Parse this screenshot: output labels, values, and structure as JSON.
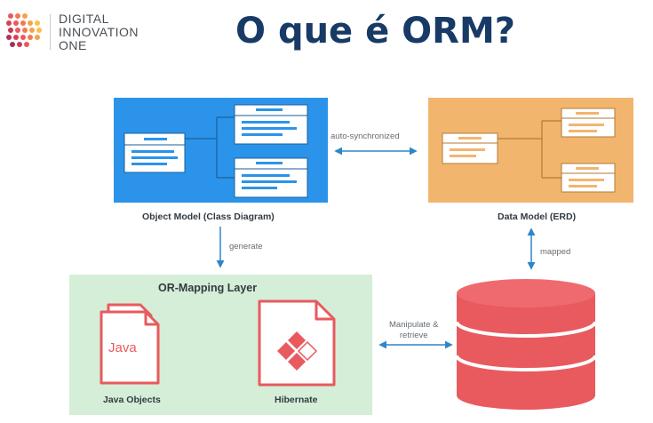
{
  "logo": {
    "lines": [
      "DIGITAL",
      "INNOVATION",
      "ONE"
    ]
  },
  "title": "O que é ORM?",
  "object_model": {
    "label": "Object Model (Class Diagram)"
  },
  "data_model": {
    "label": "Data Model (ERD)"
  },
  "orm_layer": {
    "title": "OR-Mapping Layer",
    "java_label": "Java Objects",
    "java_icon_text": "Java",
    "hibernate_label": "Hibernate"
  },
  "arrows": {
    "sync": "auto-synchronized",
    "generate": "generate",
    "mapped": "mapped",
    "manipulate": [
      "Manipulate &",
      "retrieve"
    ]
  },
  "colors": {
    "title": "#183a66",
    "object_box": "#2b94ea",
    "data_box": "#f2b56e",
    "orm_box": "#d4eed8",
    "database": "#e85a5e",
    "arrow": "#2d86c8"
  }
}
